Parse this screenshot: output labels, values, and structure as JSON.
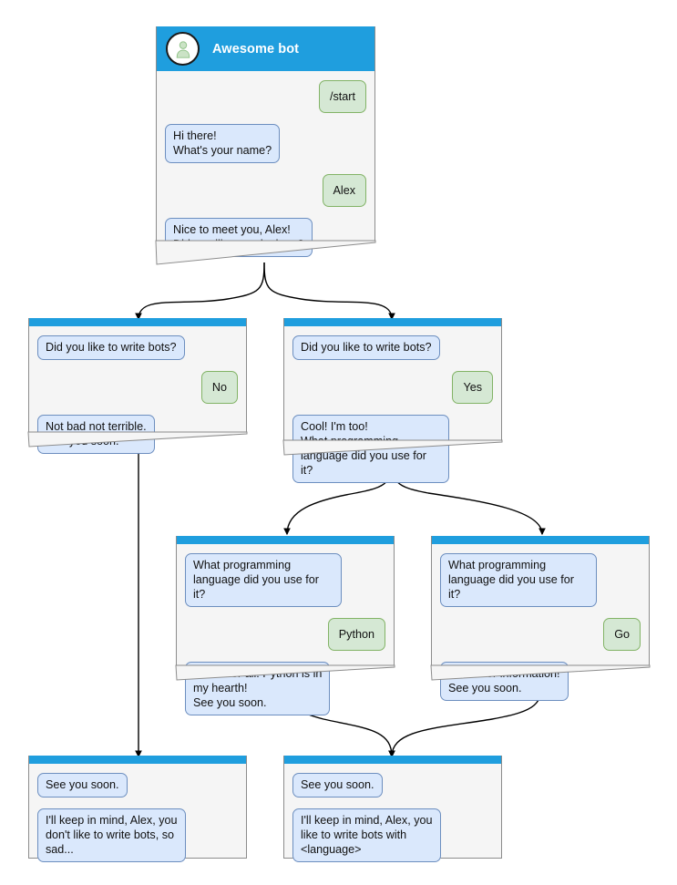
{
  "diagram": {
    "title_icon": "person-avatar-icon",
    "accent_color": "#1f9ede",
    "bot_bubble_bg": "#dae8fc",
    "bot_bubble_border": "#6c8ebf",
    "user_bubble_bg": "#d5e8d4",
    "user_bubble_border": "#82b366",
    "node_bg": "#f5f5f5",
    "node_border": "#8c8c8c"
  },
  "nodes": {
    "root": {
      "name": "awesome-bot-start",
      "title": "Awesome bot",
      "messages": [
        {
          "from": "user",
          "text": "/start"
        },
        {
          "from": "bot",
          "text": "Hi there!\nWhat's your name?"
        },
        {
          "from": "user",
          "text": "Alex"
        },
        {
          "from": "bot",
          "text": "Nice to meet you, Alex!\nDid you like to write bots?"
        }
      ]
    },
    "no_branch": {
      "name": "did-you-like-no",
      "messages": [
        {
          "from": "bot",
          "text": "Did you like to write bots?"
        },
        {
          "from": "user",
          "text": "No"
        },
        {
          "from": "bot",
          "text": "Not bad not terrible.\nSee you soon."
        }
      ]
    },
    "yes_branch": {
      "name": "did-you-like-yes",
      "messages": [
        {
          "from": "bot",
          "text": "Did you like to write bots?"
        },
        {
          "from": "user",
          "text": "Yes"
        },
        {
          "from": "bot",
          "text": "Cool! I'm too!\nWhat programming\nlanguage did you use for it?"
        }
      ]
    },
    "python_branch": {
      "name": "language-python",
      "messages": [
        {
          "from": "bot",
          "text": "What programming\nlanguage did you use for it?"
        },
        {
          "from": "user",
          "text": "Python"
        },
        {
          "from": "bot",
          "text": "Thank for all! Python is in\nmy hearth!\nSee you soon."
        }
      ]
    },
    "go_branch": {
      "name": "language-go",
      "messages": [
        {
          "from": "bot",
          "text": "What programming\nlanguage did you use for it?"
        },
        {
          "from": "user",
          "text": "Go"
        },
        {
          "from": "bot",
          "text": "Thank for information!\nSee you soon."
        }
      ]
    },
    "end_sad": {
      "name": "end-no-bots",
      "messages": [
        {
          "from": "bot",
          "text": "See you soon."
        },
        {
          "from": "bot",
          "text": "I'll keep in mind, Alex, you\ndon't like to write bots, so\nsad..."
        }
      ]
    },
    "end_happy": {
      "name": "end-with-language",
      "messages": [
        {
          "from": "bot",
          "text": "See you soon."
        },
        {
          "from": "bot",
          "text": "I'll keep in mind, Alex, you\nlike to write bots with\n<language>"
        }
      ]
    }
  }
}
